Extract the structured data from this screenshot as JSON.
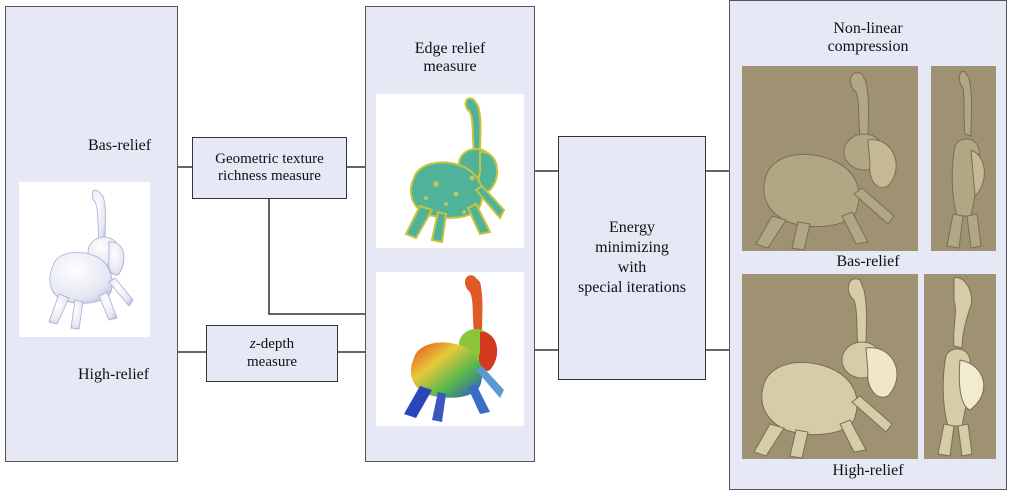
{
  "left_panel": {
    "bas_relief_label": "Bas-relief",
    "high_relief_label": "High-relief",
    "elephant_icon": "white-elephant-model"
  },
  "geometric_box": {
    "line1": "Geometric texture",
    "line2": "richness measure"
  },
  "zdepth_box": {
    "italic": "z",
    "line1": "-depth",
    "line2": "measure"
  },
  "middle_panel": {
    "title_line1": "Edge relief",
    "title_line2": "measure",
    "top_image_icon": "elephant-edge-map",
    "bottom_image_icon": "elephant-depth-colormap"
  },
  "energy_box": {
    "lines": [
      "Energy",
      "minimizing",
      "with",
      "special iterations"
    ]
  },
  "right_panel": {
    "title_line1": "Non-linear",
    "title_line2": "compression",
    "bas_label": "Bas-relief",
    "high_label": "High-relief",
    "relief_color": "#9e9272"
  }
}
